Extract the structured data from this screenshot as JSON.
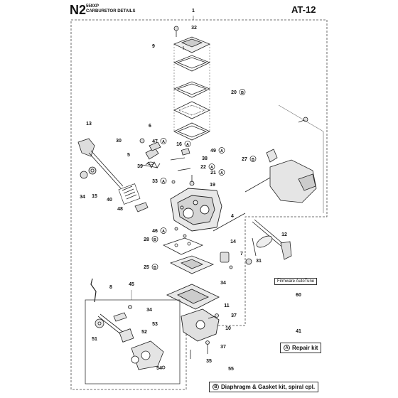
{
  "header": {
    "page_code": "N2",
    "model": "550XP",
    "section": "CARBURETOR DETAILS",
    "diagram_code": "AT-12"
  },
  "callouts": [
    {
      "id": "c1",
      "num": "1"
    },
    {
      "id": "c32",
      "num": "32"
    },
    {
      "id": "c9",
      "num": "9"
    },
    {
      "id": "c20",
      "num": "20",
      "tag": "B"
    },
    {
      "id": "c13",
      "num": "13"
    },
    {
      "id": "c6",
      "num": "6"
    },
    {
      "id": "c30",
      "num": "30"
    },
    {
      "id": "c47",
      "num": "47",
      "tag": "A"
    },
    {
      "id": "c16",
      "num": "16",
      "tag": "A"
    },
    {
      "id": "c49",
      "num": "49",
      "tag": "A"
    },
    {
      "id": "c5",
      "num": "5"
    },
    {
      "id": "c38",
      "num": "38"
    },
    {
      "id": "c27",
      "num": "27",
      "tag": "B"
    },
    {
      "id": "c39",
      "num": "39"
    },
    {
      "id": "c22",
      "num": "22",
      "tag": "A"
    },
    {
      "id": "c21",
      "num": "21",
      "tag": "A"
    },
    {
      "id": "c33",
      "num": "33",
      "tag": "A"
    },
    {
      "id": "c19",
      "num": "19"
    },
    {
      "id": "c34a",
      "num": "34"
    },
    {
      "id": "c15",
      "num": "15"
    },
    {
      "id": "c40",
      "num": "40"
    },
    {
      "id": "c48",
      "num": "48"
    },
    {
      "id": "c4",
      "num": "4"
    },
    {
      "id": "c46",
      "num": "46",
      "tag": "A"
    },
    {
      "id": "c28",
      "num": "28",
      "tag": "B"
    },
    {
      "id": "c12",
      "num": "12"
    },
    {
      "id": "c14",
      "num": "14"
    },
    {
      "id": "c7",
      "num": "7"
    },
    {
      "id": "c31",
      "num": "31"
    },
    {
      "id": "c25",
      "num": "25",
      "tag": "B"
    },
    {
      "id": "c34b",
      "num": "34"
    },
    {
      "id": "c8",
      "num": "8"
    },
    {
      "id": "c45",
      "num": "45"
    },
    {
      "id": "c34c",
      "num": "34"
    },
    {
      "id": "c53",
      "num": "53"
    },
    {
      "id": "c11",
      "num": "11"
    },
    {
      "id": "c37a",
      "num": "37"
    },
    {
      "id": "c52",
      "num": "52"
    },
    {
      "id": "c10",
      "num": "10"
    },
    {
      "id": "c51",
      "num": "51"
    },
    {
      "id": "c37b",
      "num": "37"
    },
    {
      "id": "c54",
      "num": "54"
    },
    {
      "id": "c35",
      "num": "35"
    },
    {
      "id": "c60",
      "num": "60"
    },
    {
      "id": "c41",
      "num": "41"
    },
    {
      "id": "c55",
      "num": "55"
    }
  ],
  "notes": {
    "firmware": "Firmware AutoTune"
  },
  "kits": {
    "repair": {
      "tag": "A",
      "label": "Repair kit"
    },
    "gasket": {
      "tag": "B",
      "label": "Diaphragm & Gasket kit, spiral cpl."
    }
  }
}
